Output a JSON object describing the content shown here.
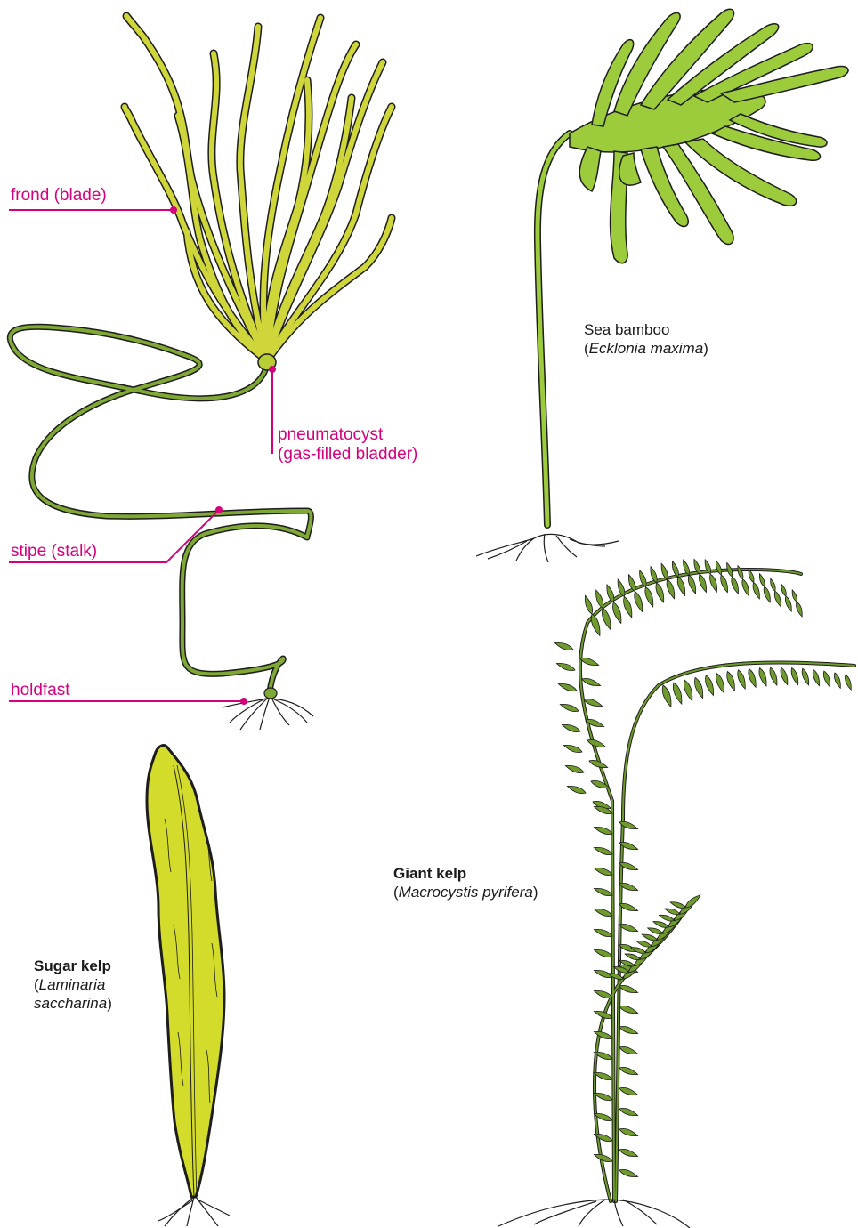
{
  "annotations": {
    "frond": "frond (blade)",
    "pneumatocyst_line1": "pneumatocyst",
    "pneumatocyst_line2": "(gas-filled bladder)",
    "stipe": "stipe (stalk)",
    "holdfast": "holdfast"
  },
  "species": {
    "sea_bamboo": {
      "common": "Sea bamboo",
      "latin": "Ecklonia maxima"
    },
    "giant_kelp": {
      "common": "Giant kelp",
      "latin": "Macrocystis pyrifera"
    },
    "sugar_kelp": {
      "common": "Sugar kelp",
      "latin_line1": "Laminaria",
      "latin_line2": "saccharina"
    }
  },
  "colors": {
    "label_accent": "#d6007e",
    "bull_kelp_blade": "#cfd63a",
    "stipe_green": "#7fa834",
    "sea_bamboo_green": "#9ccc3c",
    "giant_kelp_green": "#6e9a2e",
    "sugar_kelp_blade": "#d3dc2a",
    "outline": "#1d1d1b"
  }
}
